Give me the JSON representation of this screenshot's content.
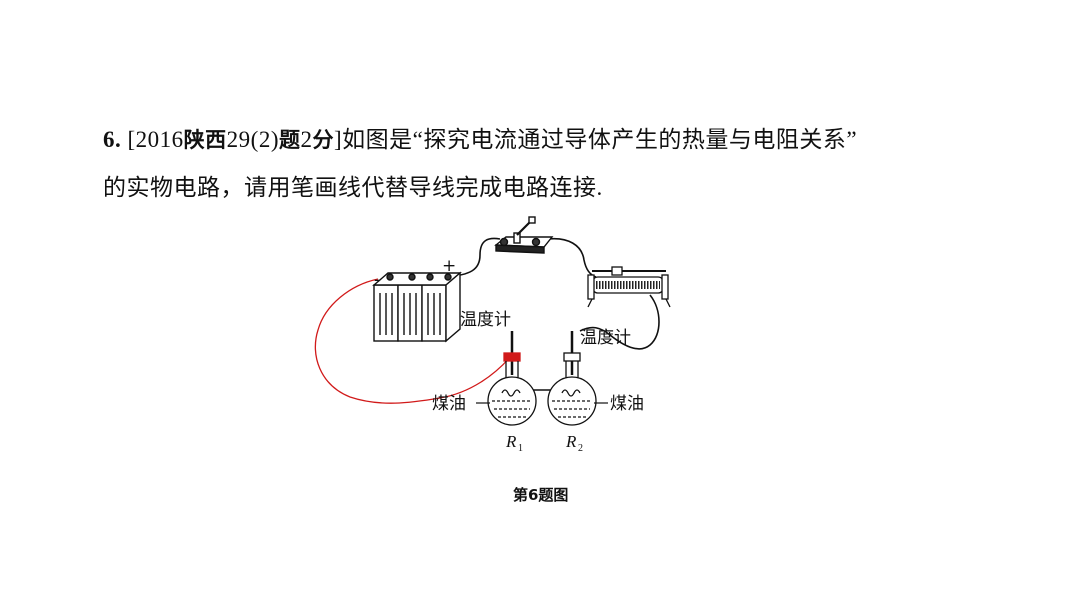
{
  "question": {
    "number": "6.",
    "source_open": "[2016",
    "source_place": "陕西",
    "source_num": "29(2)",
    "source_tag": "题",
    "source_score_num": "2",
    "source_score_unit": "分",
    "source_close": "]",
    "line1_text": "如图是“探究电流通过导体产生的热量与电阻关系”",
    "line2_text": "的实物电路，请用笔画线代替导线完成电路连接."
  },
  "figure": {
    "minus_sign": "-",
    "plus_sign": "+",
    "thermometer_label_1": "温度计",
    "thermometer_label_2": "温度计",
    "oil_label_1": "煤油",
    "oil_label_2": "煤油",
    "r1_letter": "R",
    "r1_sub": "1",
    "r2_letter": "R",
    "r2_sub": "2",
    "wire_color": "#d11a1a"
  },
  "caption": "第6题图"
}
